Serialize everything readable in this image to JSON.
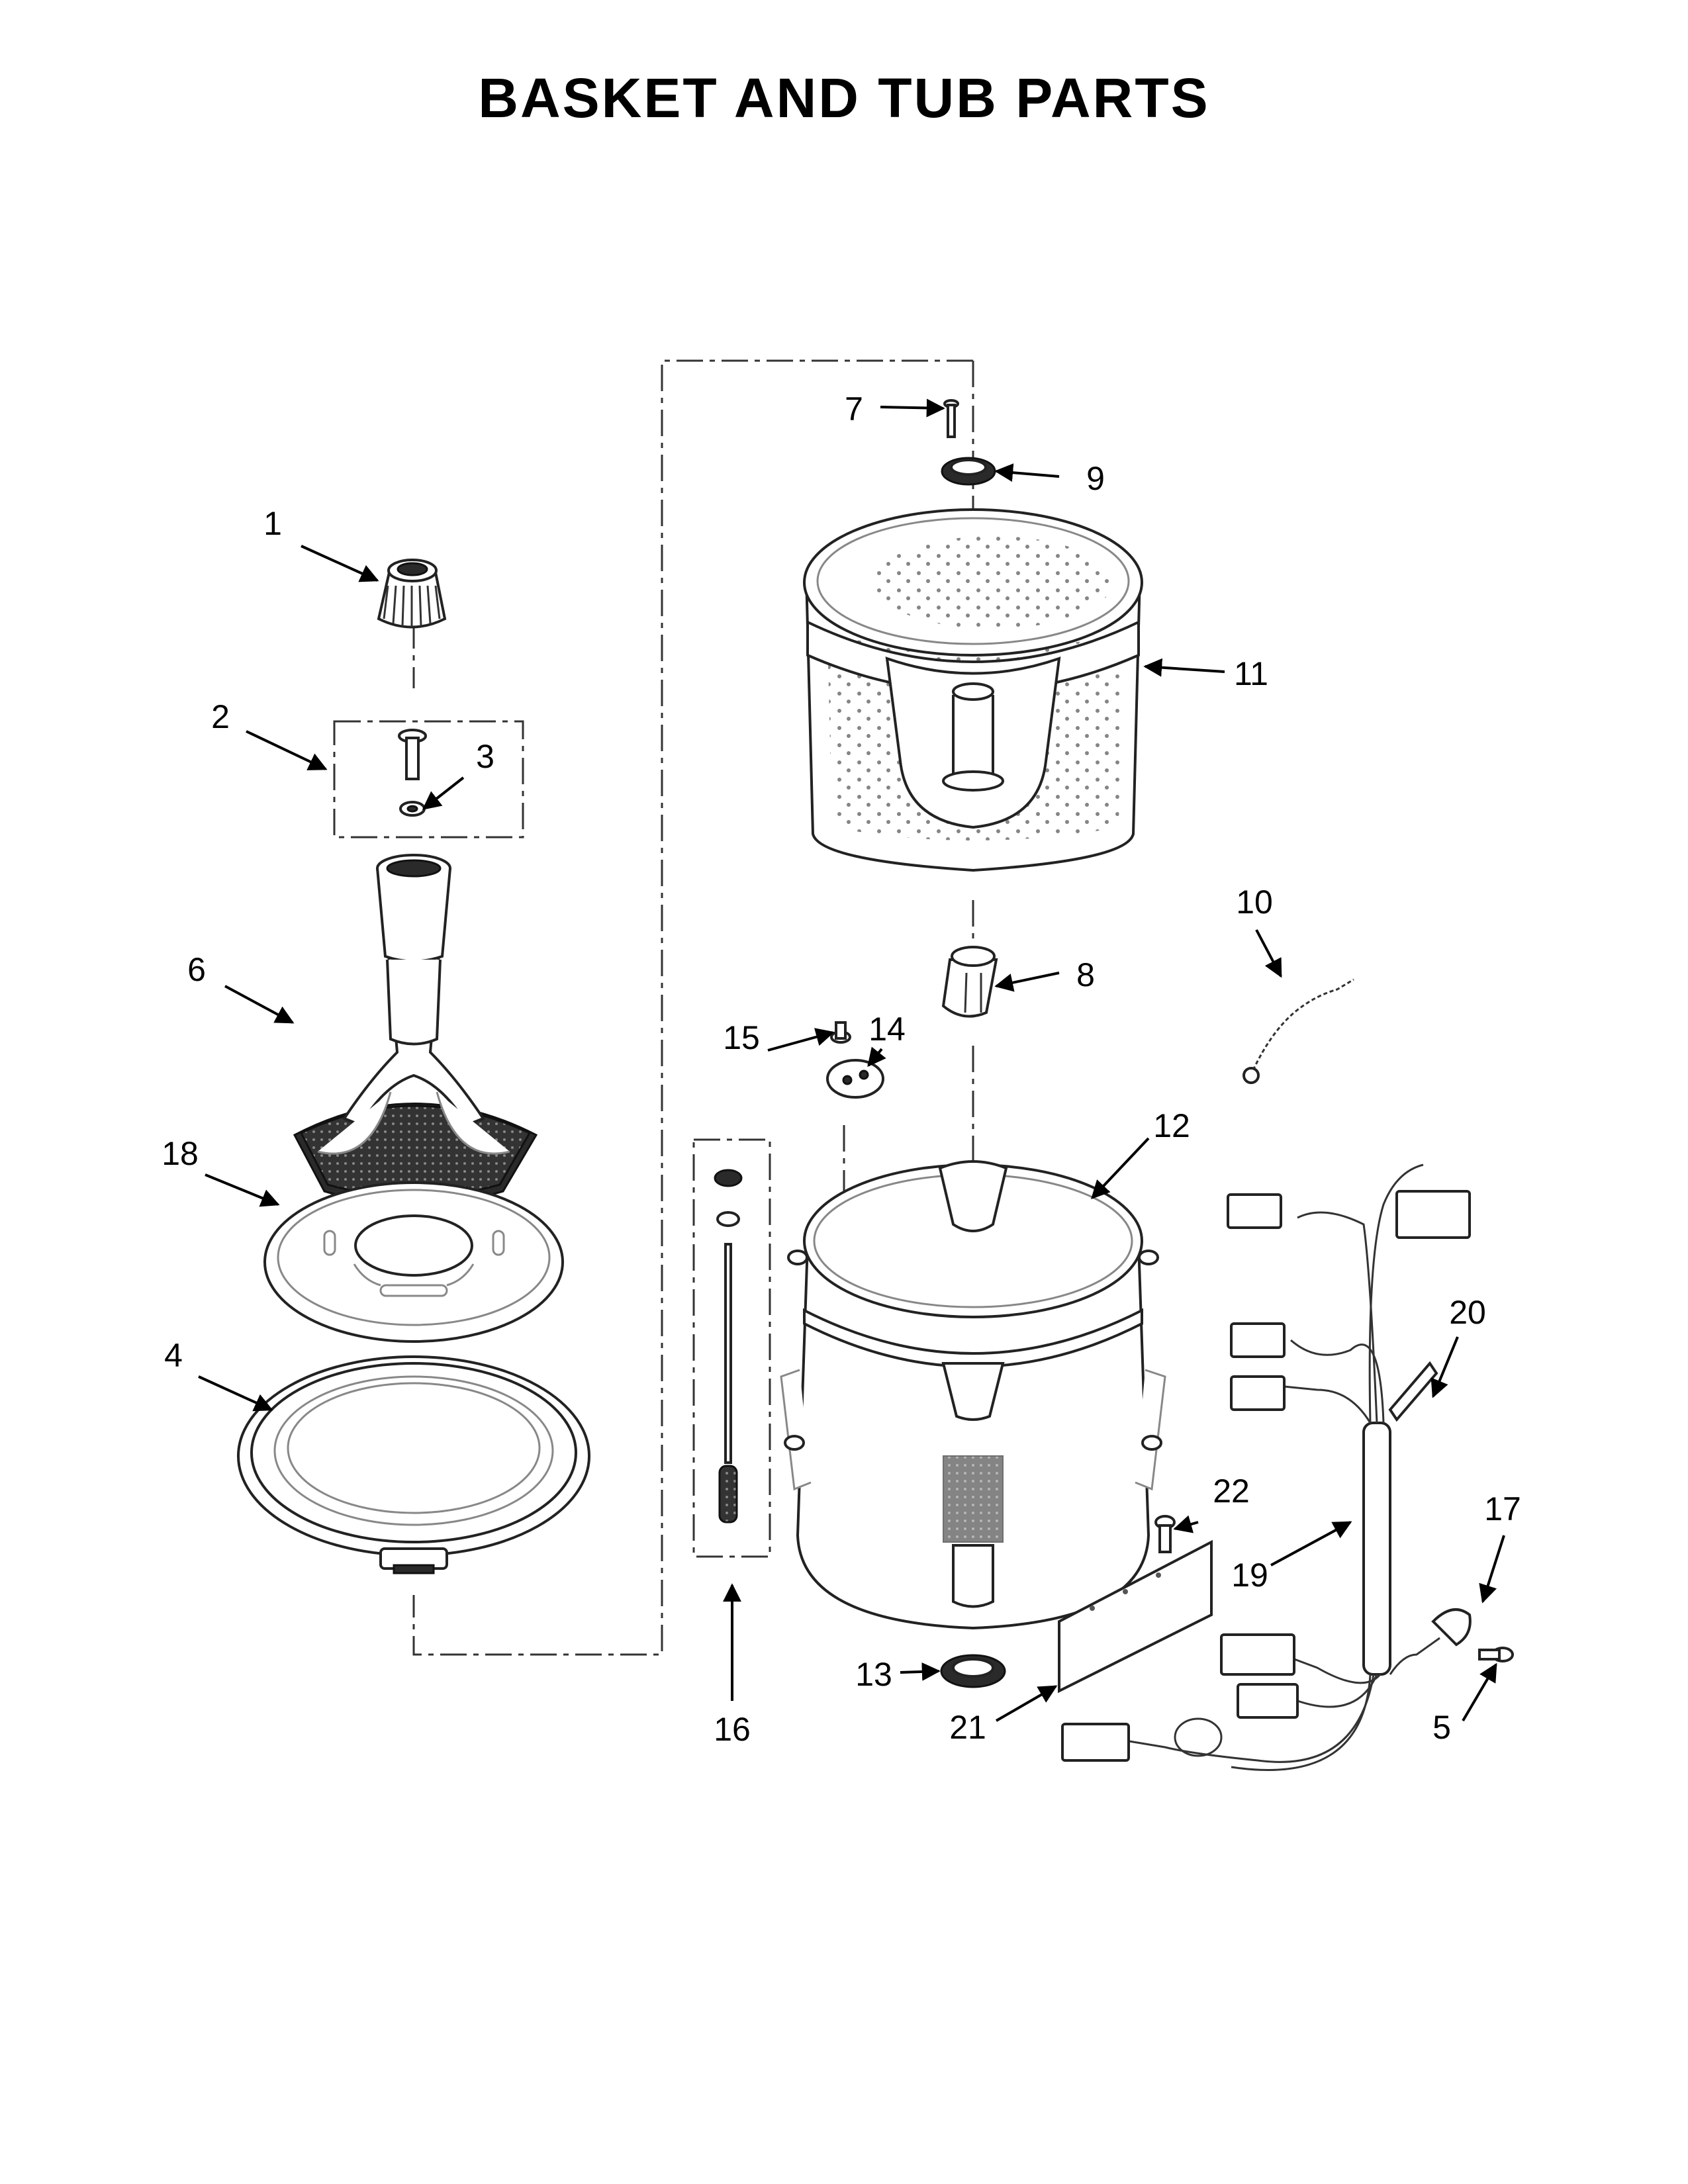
{
  "page": {
    "title": "BASKET AND TUB PARTS"
  },
  "callouts": [
    {
      "id": "c1",
      "label": "1"
    },
    {
      "id": "c2",
      "label": "2"
    },
    {
      "id": "c3",
      "label": "3"
    },
    {
      "id": "c4",
      "label": "4"
    },
    {
      "id": "c5",
      "label": "5"
    },
    {
      "id": "c6",
      "label": "6"
    },
    {
      "id": "c7",
      "label": "7"
    },
    {
      "id": "c8",
      "label": "8"
    },
    {
      "id": "c9",
      "label": "9"
    },
    {
      "id": "c10",
      "label": "10"
    },
    {
      "id": "c11",
      "label": "11"
    },
    {
      "id": "c12",
      "label": "12"
    },
    {
      "id": "c13",
      "label": "13"
    },
    {
      "id": "c14",
      "label": "14"
    },
    {
      "id": "c15",
      "label": "15"
    },
    {
      "id": "c16",
      "label": "16"
    },
    {
      "id": "c17",
      "label": "17"
    },
    {
      "id": "c18",
      "label": "18"
    },
    {
      "id": "c19",
      "label": "19"
    },
    {
      "id": "c20",
      "label": "20"
    },
    {
      "id": "c21",
      "label": "21"
    },
    {
      "id": "c22",
      "label": "22"
    }
  ]
}
